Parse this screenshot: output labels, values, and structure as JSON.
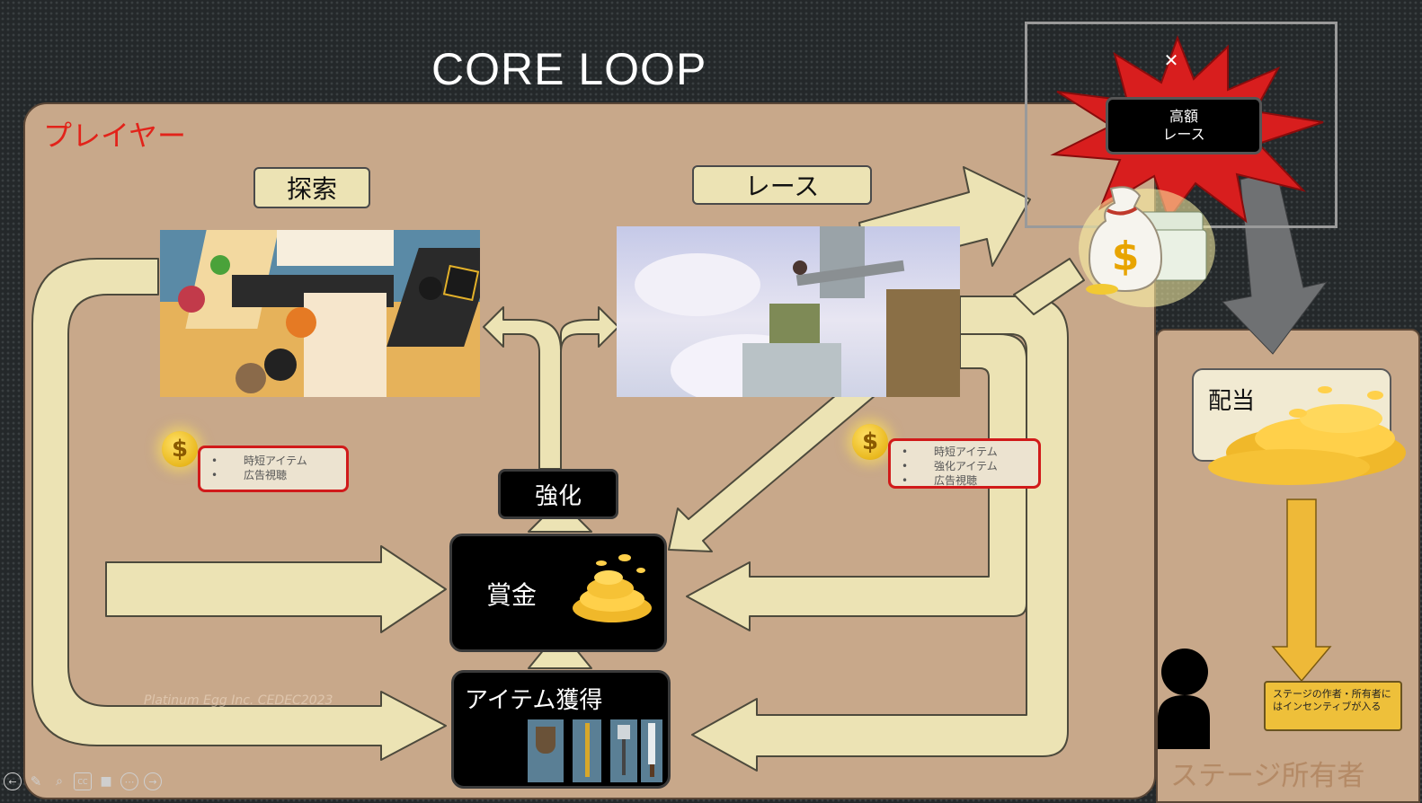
{
  "slide": {
    "title": "CORE LOOP",
    "player_label": "プレイヤー",
    "owner_label": "ステージ所有者",
    "watermark": "Platinum Egg Inc. CEDEC2023"
  },
  "nodes": {
    "explore": "探索",
    "race": "レース",
    "upgrade": "強化",
    "prize": "賞金",
    "item_acquire": "アイテム獲得",
    "high_stakes_line1": "高額",
    "high_stakes_line2": "レース",
    "dividend": "配当",
    "incentive": "ステージの作者・所有者にはインセンティブが入る"
  },
  "monetization": {
    "explore": [
      "時短アイテム",
      "広告視聴"
    ],
    "race": [
      "時短アイテム",
      "強化アイテム",
      "広告視聴"
    ],
    "coin_symbol": "$"
  },
  "icons": {
    "coin": "coin-icon",
    "money_bag": "money-bag-icon",
    "coin_pile": "coin-pile-icon",
    "person": "person-icon",
    "close": "close-icon"
  },
  "colors": {
    "panel": "#c8a88a",
    "arrow": "#ece3b4",
    "accent_red": "#e2231a",
    "dividend_arrow": "#eeb938",
    "owner_arrow": "#6f7173"
  }
}
